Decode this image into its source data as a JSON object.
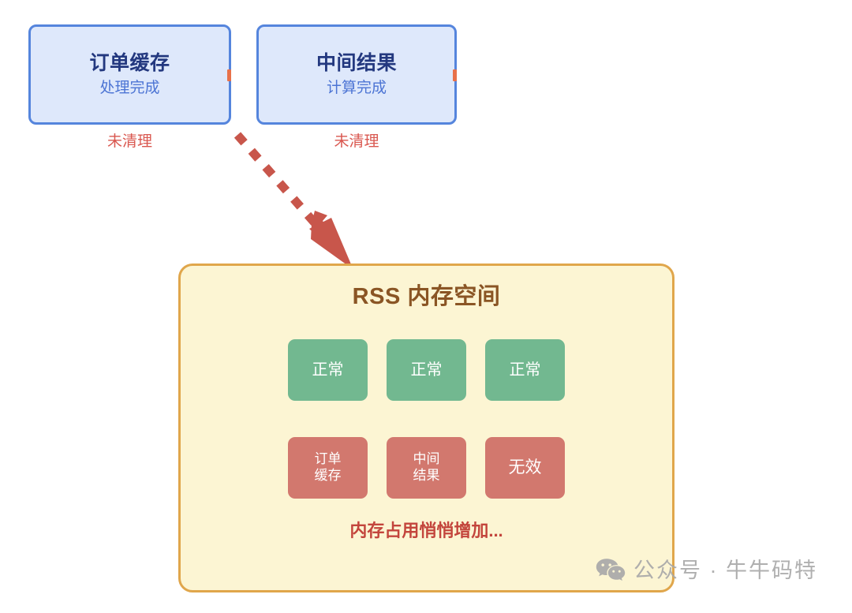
{
  "diagram": {
    "sources": [
      {
        "id": "order-cache",
        "title": "订单缓存",
        "subtitle": "处理完成",
        "status_tag": "未清理"
      },
      {
        "id": "intermediate-result",
        "title": "中间结果",
        "subtitle": "计算完成",
        "status_tag": "未清理"
      }
    ],
    "flow_arrow": {
      "style": "dashed",
      "direction": "down-right",
      "color": "#c8564b"
    },
    "memory": {
      "title": "RSS 内存空间",
      "normal_slots": [
        {
          "label": "正常"
        },
        {
          "label": "正常"
        },
        {
          "label": "正常"
        }
      ],
      "invalid_slots": [
        {
          "line1": "订单",
          "line2": "缓存"
        },
        {
          "line1": "中间",
          "line2": "结果"
        },
        {
          "line1": "无效",
          "line2": ""
        }
      ],
      "note": "内存占用悄悄增加..."
    }
  },
  "watermark": {
    "icon": "wechat-icon",
    "text": "公众号 · 牛牛码特"
  },
  "colors": {
    "source_fill": "#dee8fb",
    "source_border": "#5585dd",
    "source_title": "#23387f",
    "source_subtitle": "#4c74d4",
    "tag_red": "#d9574f",
    "memory_fill": "#fcf5d3",
    "memory_border": "#e0a64b",
    "memory_title": "#8a5524",
    "slot_normal": "#72b890",
    "slot_invalid": "#d2786e",
    "note_red": "#c3453c",
    "arrow": "#c8564b",
    "stub": "#e8714a",
    "watermark": "#a9a9a9"
  }
}
